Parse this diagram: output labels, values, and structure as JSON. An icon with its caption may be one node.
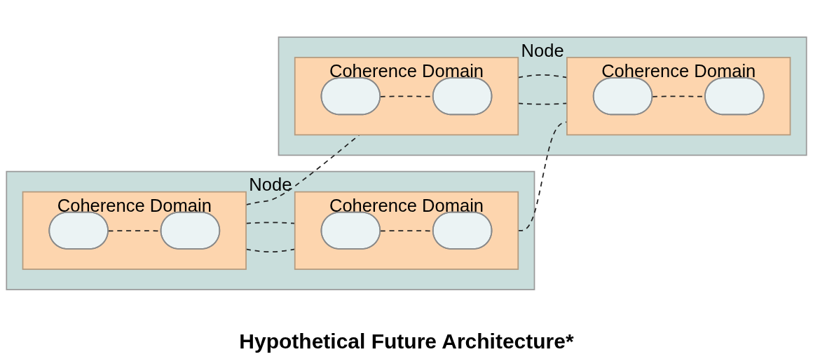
{
  "diagram": {
    "title": "Hypothetical Future Architecture*",
    "nodes": [
      {
        "text": [
          "Node"
        ]
      },
      {
        "text": [
          "Coherence Domain"
        ],
        "in": 0
      },
      {
        "text": [],
        "shape": "ellipse",
        "in": 1
      },
      {
        "text": [],
        "shape": "ellipse",
        "in": 1
      },
      {
        "text": [
          "Coherence Domain"
        ],
        "in": 0
      },
      {
        "text": [],
        "shape": "ellipse",
        "in": 4
      },
      {
        "text": [],
        "shape": "ellipse",
        "in": 4
      },
      {
        "text": [
          "Node"
        ]
      },
      {
        "text": [
          "Coherence Domain"
        ],
        "in": 7
      },
      {
        "text": [],
        "shape": "ellipse",
        "in": 8
      },
      {
        "text": [],
        "shape": "ellipse",
        "in": 8
      },
      {
        "text": [
          "Coherence Domain"
        ],
        "in": 7
      },
      {
        "text": [],
        "shape": "ellipse",
        "in": 11
      },
      {
        "text": [],
        "shape": "ellipse",
        "in": 11
      }
    ],
    "edges": [
      {
        "from": 2,
        "to": 3,
        "arrow": "none",
        "style": "dashed"
      },
      {
        "from": 5,
        "to": 6,
        "arrow": "none",
        "style": "dashed"
      },
      {
        "from": 1,
        "to": 4,
        "arrow": "none",
        "style": "dashed"
      },
      {
        "from": 1,
        "to": 4,
        "arrow": "none",
        "style": "dashed"
      },
      {
        "from": 9,
        "to": 10,
        "arrow": "none",
        "style": "dashed"
      },
      {
        "from": 12,
        "to": 13,
        "arrow": "none",
        "style": "dashed"
      },
      {
        "from": 8,
        "to": 11,
        "arrow": "none",
        "style": "dashed"
      },
      {
        "from": 8,
        "to": 11,
        "arrow": "none",
        "style": "dashed"
      },
      {
        "from": 1,
        "to": 8,
        "arrow": "none",
        "style": "dashed"
      },
      {
        "from": 4,
        "to": 11,
        "arrow": "none",
        "style": "dashed"
      }
    ]
  }
}
